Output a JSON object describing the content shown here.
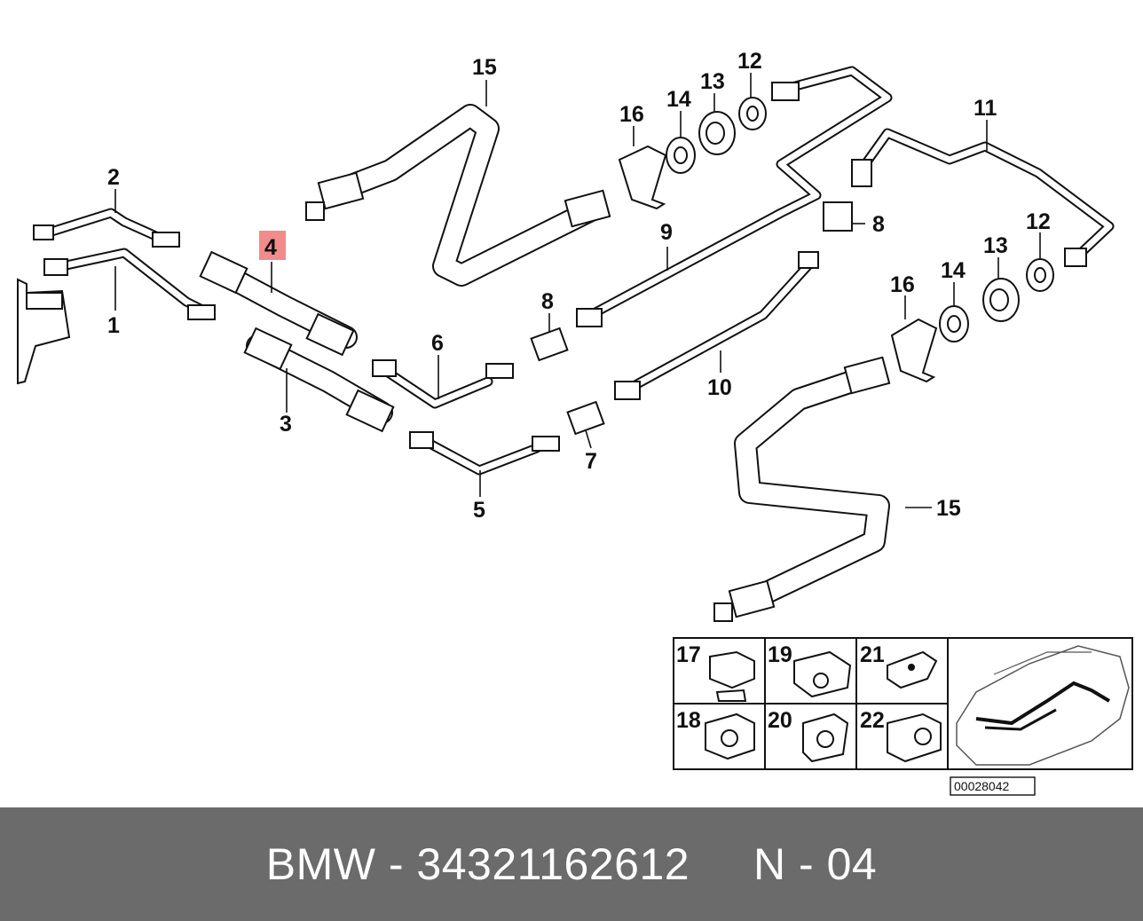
{
  "labels": {
    "p1": "1",
    "p2": "2",
    "p3": "3",
    "p4": "4",
    "p5": "5",
    "p6": "6",
    "p7": "7",
    "p8a": "8",
    "p8b": "8",
    "p9": "9",
    "p10": "10",
    "p11": "11",
    "p12a": "12",
    "p12b": "12",
    "p13a": "13",
    "p13b": "13",
    "p14a": "14",
    "p14b": "14",
    "p15a": "15",
    "p15b": "15",
    "p16a": "16",
    "p16b": "16",
    "p17": "17",
    "p18": "18",
    "p19": "19",
    "p20": "20",
    "p21": "21",
    "p22": "22"
  },
  "highlighted_part": "4",
  "reference_number": "00028042",
  "footer": {
    "text": "BMW - 34321162612     N - 04"
  },
  "colors": {
    "highlight": "#f28b8b",
    "footer_bg": "#6b6b6b",
    "footer_text": "#ffffff"
  }
}
